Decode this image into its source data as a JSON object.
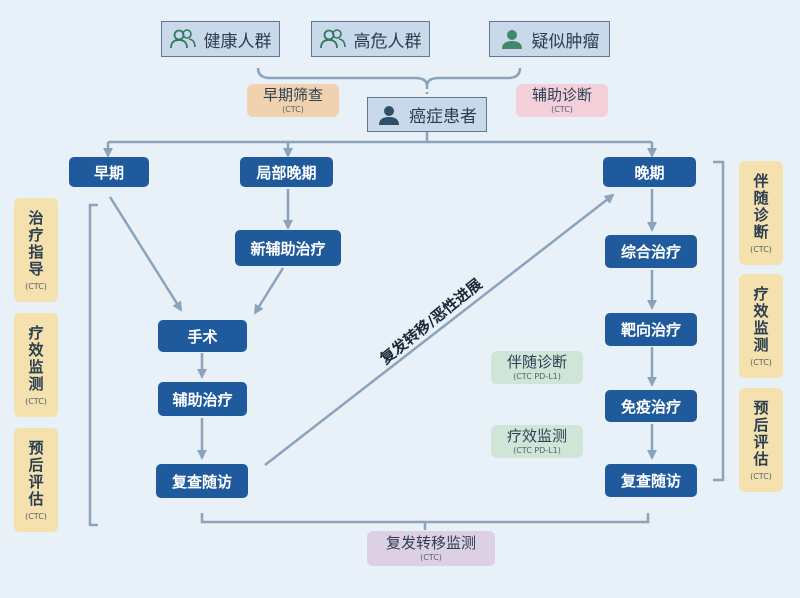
{
  "populations": [
    {
      "label": "健康人群",
      "icon": "person-group-icon"
    },
    {
      "label": "高危人群",
      "icon": "person-group-icon"
    },
    {
      "label": "疑似肿瘤",
      "icon": "person-icon"
    }
  ],
  "patient": {
    "label": "癌症患者",
    "icon": "person-icon"
  },
  "screening": {
    "label": "早期筛查",
    "sub": "(CTC)"
  },
  "aux_diag": {
    "label": "辅助诊断",
    "sub": "(CTC)"
  },
  "stages": {
    "early": "早期",
    "local_late": "局部晚期",
    "late": "晚期"
  },
  "left_flow": {
    "neoadjuvant": "新辅助治疗",
    "surgery": "手术",
    "adjuvant": "辅助治疗",
    "followup": "复查随访"
  },
  "right_flow": {
    "comprehensive": "综合治疗",
    "targeted": "靶向治疗",
    "immune": "免疫治疗",
    "followup": "复查随访"
  },
  "progression_label": "复发转移/恶性进展",
  "middle_tags": [
    {
      "label": "伴随诊断",
      "sub": "(CTC PD-L1)"
    },
    {
      "label": "疗效监测",
      "sub": "(CTC PD-L1)"
    }
  ],
  "left_side_tags": [
    {
      "label": "治疗指导",
      "sub": "(CTC)"
    },
    {
      "label": "疗效监测",
      "sub": "(CTC)"
    },
    {
      "label": "预后评估",
      "sub": "(CTC)"
    }
  ],
  "right_side_tags": [
    {
      "label": "伴随诊断",
      "sub": "(CTC)"
    },
    {
      "label": "疗效监测",
      "sub": "(CTC)"
    },
    {
      "label": "预后评估",
      "sub": "(CTC)"
    }
  ],
  "recurrence": {
    "label": "复发转移监测",
    "sub": "(CTC)"
  }
}
